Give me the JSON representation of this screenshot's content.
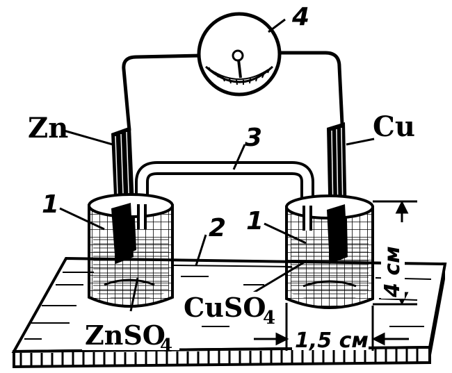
{
  "labels": {
    "zn": "Zn",
    "cu": "Cu",
    "zinc_sulfate": "ZnSO",
    "zinc_sulfate_sub": "4",
    "copper_sulfate": "CuSO",
    "copper_sulfate_sub": "4",
    "vessel_left": "1",
    "vessel_right": "1",
    "base": "2",
    "salt_bridge": "3",
    "meter": "4",
    "height_dim": "4 см",
    "width_dim": "1,5 см"
  },
  "colors": {
    "ink": "#000000",
    "paper": "#ffffff"
  }
}
